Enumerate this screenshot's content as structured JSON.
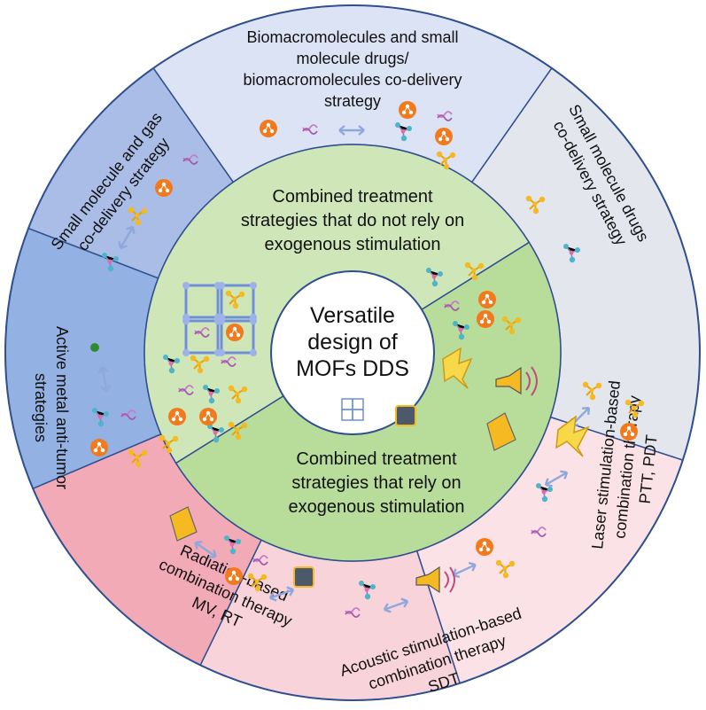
{
  "center": {
    "lines": [
      "Versatile",
      "design of",
      "MOFs DDS"
    ]
  },
  "middle_ring": {
    "upper": {
      "lines": [
        "Combined treatment",
        "strategies that do not rely on",
        "exogenous stimulation"
      ],
      "color": "#cfe6b8"
    },
    "lower": {
      "lines": [
        "Combined treatment",
        "strategies that rely on",
        "exogenous stimulation"
      ],
      "color": "#b8dc9a"
    }
  },
  "outer_ring": {
    "biomacro": {
      "lines": [
        "Biomacromolecules and small",
        "molecule drugs/",
        "biomacromolecules  co-delivery",
        "strategy"
      ],
      "color": "#dce3f5"
    },
    "small_drug": {
      "lines": [
        "Small molecule drugs",
        "co-delivery strategy"
      ],
      "color": "#e4e6ee"
    },
    "small_gas": {
      "lines": [
        "Small molecule and gas",
        "co-delivery strategy"
      ],
      "color": "#a9bde6"
    },
    "metal": {
      "lines": [
        "Active metal anti-tumor",
        "strategies"
      ],
      "color": "#93b1e2"
    },
    "laser": {
      "lines": [
        "Laser stimulation-based",
        "combination therapy",
        "PTT, PDT"
      ],
      "color": "#fbe2e6"
    },
    "radiation": {
      "lines": [
        "Radiation-based",
        "combination therapy",
        "MV, RT"
      ],
      "color": "#f2aab6"
    },
    "acoustic": {
      "lines": [
        "Acoustic stimulation-based",
        "combination therapy",
        "SDT"
      ],
      "color": "#f8d4da"
    }
  },
  "colors": {
    "border": "#2f4f8f",
    "arrow": "#8fa8dc",
    "drug_orange": "#f37a1c",
    "drug_yellow": "#f5b921",
    "molecule_teal": "#4fb4c8",
    "dna_pink": "#c77bc4",
    "mof_blue": "#6f8fd8"
  },
  "icons": {
    "drug": "orange-drug-icon",
    "star": "yellow-molecule-icon",
    "molecule": "teal-molecule-icon",
    "dna": "dna-icon",
    "laser": "laser-icon",
    "ultrasound": "ultrasound-speaker-icon",
    "radiation": "radiation-warning-icon",
    "device": "radiation-device-icon",
    "metal": "metal-ion-icon",
    "mof": "mof-framework-icon"
  }
}
